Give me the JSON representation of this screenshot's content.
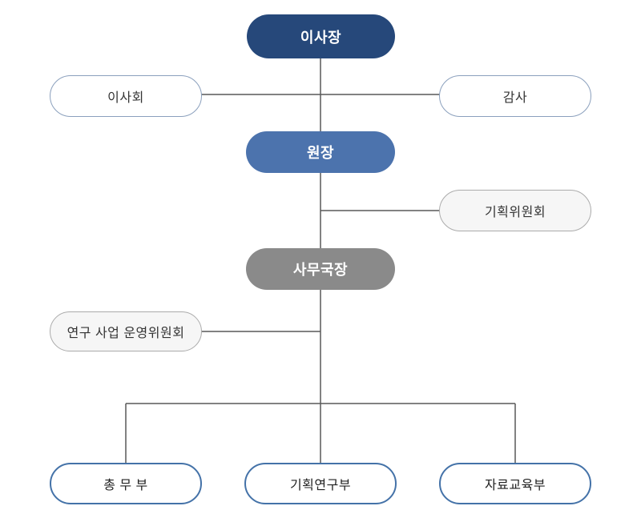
{
  "diagram": {
    "type": "org-chart",
    "colors": {
      "node_primary_fill": "#26487A",
      "node_secondary_fill": "#4C73AD",
      "node_tertiary_fill": "#8A8A8A",
      "outline_blue_border": "#8BA0BD",
      "outline_blue_strong_border": "#4472A8",
      "committee_fill": "#F6F6F6",
      "committee_border": "#ABABAB",
      "connector_line": "#595959",
      "text_dark": "#333333",
      "text_light": "#FFFFFF",
      "background": "#FFFFFF"
    },
    "nodes": {
      "chairman": {
        "label": "이사장"
      },
      "board": {
        "label": "이사회"
      },
      "audit": {
        "label": "감사"
      },
      "director": {
        "label": "원장"
      },
      "planning_committee": {
        "label": "기획위원회"
      },
      "secretary_general": {
        "label": "사무국장"
      },
      "research_committee": {
        "label": "연구 사업 운영위원회"
      },
      "dept_general_affairs": {
        "label": "총 무 부"
      },
      "dept_planning_research": {
        "label": "기획연구부"
      },
      "dept_data_education": {
        "label": "자료교육부"
      }
    },
    "edges": [
      "chairman-director",
      "board-spine",
      "audit-spine",
      "director-secretary_general",
      "planning_committee-spine",
      "research_committee-spine",
      "secretary_general-departments"
    ]
  }
}
